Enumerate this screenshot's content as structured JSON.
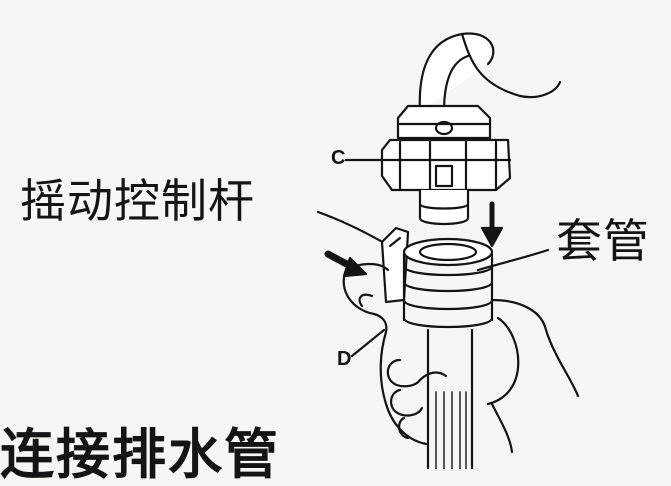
{
  "labels": {
    "lever": "摇动控制杆",
    "sleeve": "套管",
    "part_c": "C",
    "part_d": "D",
    "bottom_text": "连接排水管"
  },
  "colors": {
    "background": "#f6f6f4",
    "ink": "#141414",
    "paper": "#ffffff"
  }
}
